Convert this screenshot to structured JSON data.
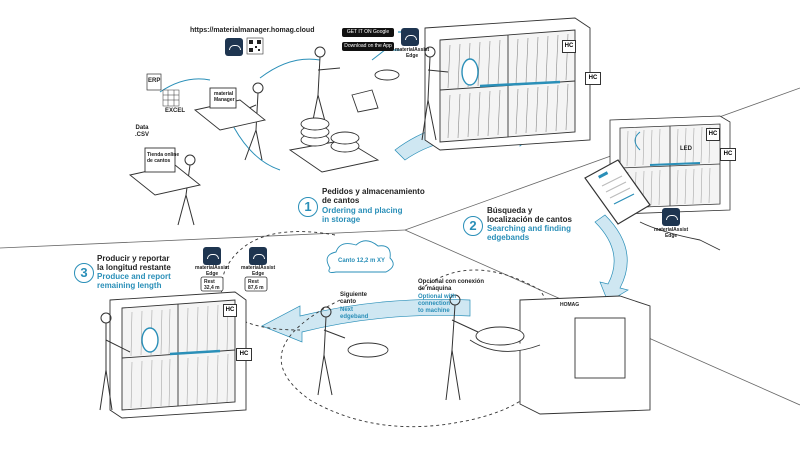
{
  "url": "https://materialmanager.homag.cloud",
  "stores": {
    "google": "GET IT ON Google Play",
    "apple": "Download on the App Store"
  },
  "app_name": "materialAssist\nEdge",
  "labels": {
    "erp": "ERP",
    "excel": "EXCEL",
    "data_csv": "Data\n.CSV",
    "material_manager": "material\nManager",
    "online_shop": "Tienda online\nde cantos",
    "led": "LED",
    "canto_xy": "Canto 12,2 m XY",
    "homag": "HOMAG",
    "hc": "HC",
    "rest_1": "Rest\n32,4 m",
    "rest_2": "Rest\n87,6 m",
    "scanner": "HC"
  },
  "steps": [
    {
      "number": "1",
      "es": "Pedidos y almacenamiento\nde cantos",
      "en": "Ordering and placing\nin storage"
    },
    {
      "number": "2",
      "es": "Búsqueda y\nlocalización de cantos",
      "en": "Searching and finding\nedgebands"
    },
    {
      "number": "3",
      "es": "Producir y reportar\nla longitud restante",
      "en": "Produce and report\nremaining length"
    }
  ],
  "next": {
    "es": "Siguiente\ncanto",
    "en": "Next\nedgeband"
  },
  "optional": {
    "es": "Opcional con conexión\nde máquina",
    "en": "Optional with\nconnection\nto machine"
  },
  "colors": {
    "accent": "#2a8fb8",
    "arrow": "#bfe0ee",
    "badge": "#1e3550",
    "line": "#444444"
  }
}
